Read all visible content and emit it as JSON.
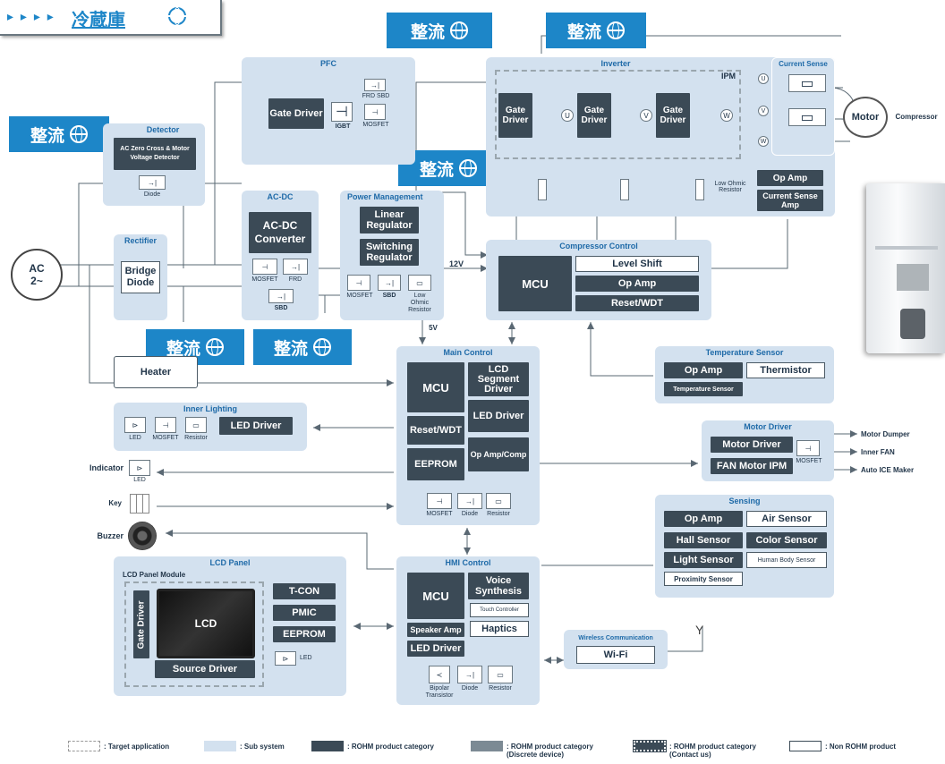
{
  "header": {
    "arrows": "▸ ▸ ▸ ▸",
    "title": "冷蔵庫"
  },
  "callouts": {
    "text": "整流"
  },
  "pfc": {
    "title": "PFC",
    "gate_driver": "Gate Driver",
    "igbt": "IGBT",
    "mosfet": "MOSFET",
    "frd_sbd": "FRD SBD"
  },
  "inverter": {
    "title": "Inverter",
    "ipm": "IPM",
    "gate_driver": "Gate Driver",
    "phases": [
      "U",
      "V",
      "W"
    ]
  },
  "current_sense": {
    "title": "Current Sense",
    "phases": [
      "U",
      "V",
      "W"
    ],
    "op_amp": "Op Amp",
    "cs_amp": "Current Sense Amp",
    "low_ohmic": "Low Ohmic Resistor"
  },
  "motor": {
    "label": "Motor",
    "compressor": "Compressor"
  },
  "detector": {
    "title": "Detector",
    "box": "AC Zero Cross & Motor Voltage Detector",
    "diode": "Diode"
  },
  "ac": {
    "label": "AC 2~"
  },
  "rectifier": {
    "title": "Rectifier",
    "bridge": "Bridge Diode"
  },
  "acdc": {
    "title": "AC-DC",
    "converter": "AC-DC Converter",
    "mosfet": "MOSFET",
    "frd": "FRD",
    "sbd": "SBD"
  },
  "power": {
    "title": "Power Management",
    "linear": "Linear Regulator",
    "switching": "Switching Regulator",
    "mosfet": "MOSFET",
    "sbd": "SBD",
    "low_ohmic": "Low Ohmic Resistor",
    "v12": "12V",
    "v5": "5V"
  },
  "compressor_control": {
    "title": "Compressor Control",
    "mcu": "MCU",
    "level_shift": "Level Shift",
    "op_amp": "Op Amp",
    "reset": "Reset/WDT"
  },
  "heater": {
    "label": "Heater"
  },
  "main_control": {
    "title": "Main Control",
    "mcu": "MCU",
    "lcd_seg": "LCD Segment Driver",
    "reset": "Reset/WDT",
    "led_driver": "LED Driver",
    "eeprom": "EEPROM",
    "op_amp": "Op Amp/Comp",
    "mosfet": "MOSFET",
    "diode": "Diode",
    "resistor": "Resistor"
  },
  "temp_sensor": {
    "title": "Temperature Sensor",
    "op_amp": "Op Amp",
    "thermistor": "Thermistor",
    "temp": "Temperature Sensor"
  },
  "inner_lighting": {
    "title": "Inner Lighting",
    "led": "LED",
    "mosfet": "MOSFET",
    "resistor": "Resistor",
    "led_driver": "LED Driver"
  },
  "motor_driver": {
    "title": "Motor Driver",
    "motor_driver": "Motor Driver",
    "fan_ipm": "FAN Motor IPM",
    "mosfet": "MOSFET",
    "outputs": [
      "Motor Dumper",
      "Inner FAN",
      "Auto ICE Maker"
    ]
  },
  "io": {
    "indicator": "Indicator",
    "led": "LED",
    "key": "Key",
    "buzzer": "Buzzer"
  },
  "sensing": {
    "title": "Sensing",
    "op_amp": "Op Amp",
    "air": "Air Sensor",
    "hall": "Hall Sensor",
    "color": "Color Sensor",
    "light": "Light Sensor",
    "human": "Human Body Sensor",
    "proximity": "Proximity Sensor"
  },
  "lcd_panel": {
    "title": "LCD Panel",
    "module": "LCD Panel Module",
    "gate_driver": "Gate Driver",
    "lcd": "LCD",
    "source_driver": "Source Driver",
    "tcon": "T-CON",
    "pmic": "PMIC",
    "eeprom": "EEPROM",
    "led": "LED"
  },
  "hmi": {
    "title": "HMI Control",
    "mcu": "MCU",
    "voice": "Voice Synthesis",
    "touch": "Touch Controller",
    "speaker": "Speaker Amp",
    "haptics": "Haptics",
    "led_driver": "LED Driver",
    "bipolar": "Bipolar Transistor",
    "diode": "Diode",
    "resistor": "Resistor"
  },
  "wireless": {
    "title": "Wireless Communication",
    "wifi": "Wi-Fi"
  },
  "legend": {
    "target": ": Target application",
    "sub": ": Sub system",
    "rohm": ": ROHM product category",
    "rohm_discrete": ": ROHM product category (Discrete device)",
    "rohm_contact": ": ROHM product category (Contact us)",
    "non_rohm": ": Non ROHM product"
  },
  "colors": {
    "subsystem": "#d3e1ef",
    "rohm": "#3b4a56",
    "callout": "#1d86c8",
    "title": "#1e6aa8"
  }
}
